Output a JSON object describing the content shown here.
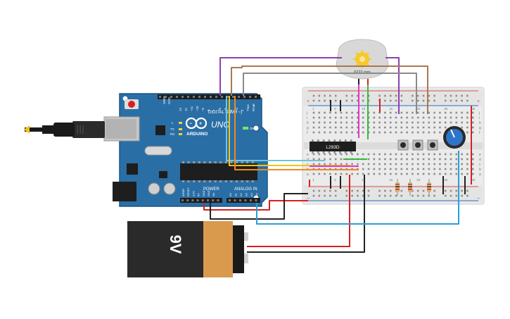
{
  "arduino": {
    "brand": "ARDUINO",
    "model": "UNO",
    "header_digital": "DIGITAL (PWM ~)",
    "header_power": "POWER",
    "header_analog": "ANALOG IN",
    "on_label": "ON",
    "l_label": "L",
    "tx_label": "TX",
    "rx_label": "RX",
    "aref": "AREF",
    "gnd": "GND",
    "pins_top": [
      "13",
      "12",
      "~11",
      "~10",
      "~9",
      "8",
      "7",
      "~6",
      "~5",
      "4",
      "~3",
      "2",
      "TX▸1",
      "RX◂0"
    ],
    "pins_power": [
      "IOREF",
      "RESET",
      "3.3V",
      "5V",
      "GND",
      "GND",
      "Vin"
    ],
    "pins_analog": [
      "A0",
      "A1",
      "A2",
      "A3",
      "A4",
      "A5"
    ]
  },
  "motor": {
    "rpm_label": "6222 rpm"
  },
  "chip": {
    "label": "L293D"
  },
  "battery": {
    "label": "9V"
  },
  "breadboard": {
    "col_numbers": [
      "1",
      "5",
      "10",
      "15",
      "20",
      "25",
      "30"
    ],
    "row_letters_top": [
      "j",
      "i",
      "h",
      "g",
      "f"
    ],
    "row_letters_bottom": [
      "e",
      "d",
      "c",
      "b",
      "a"
    ]
  },
  "wire_colors": {
    "purple": "#8e3fae",
    "brown": "#a9784f",
    "gray": "#8a8a8a",
    "cyan": "#6fc7d9",
    "yellow": "#f2c21b",
    "orange": "#f08a1c",
    "magenta": "#e236c7",
    "green": "#38b83a",
    "red": "#d62020",
    "black": "#222222",
    "blue": "#2aa0d4"
  }
}
